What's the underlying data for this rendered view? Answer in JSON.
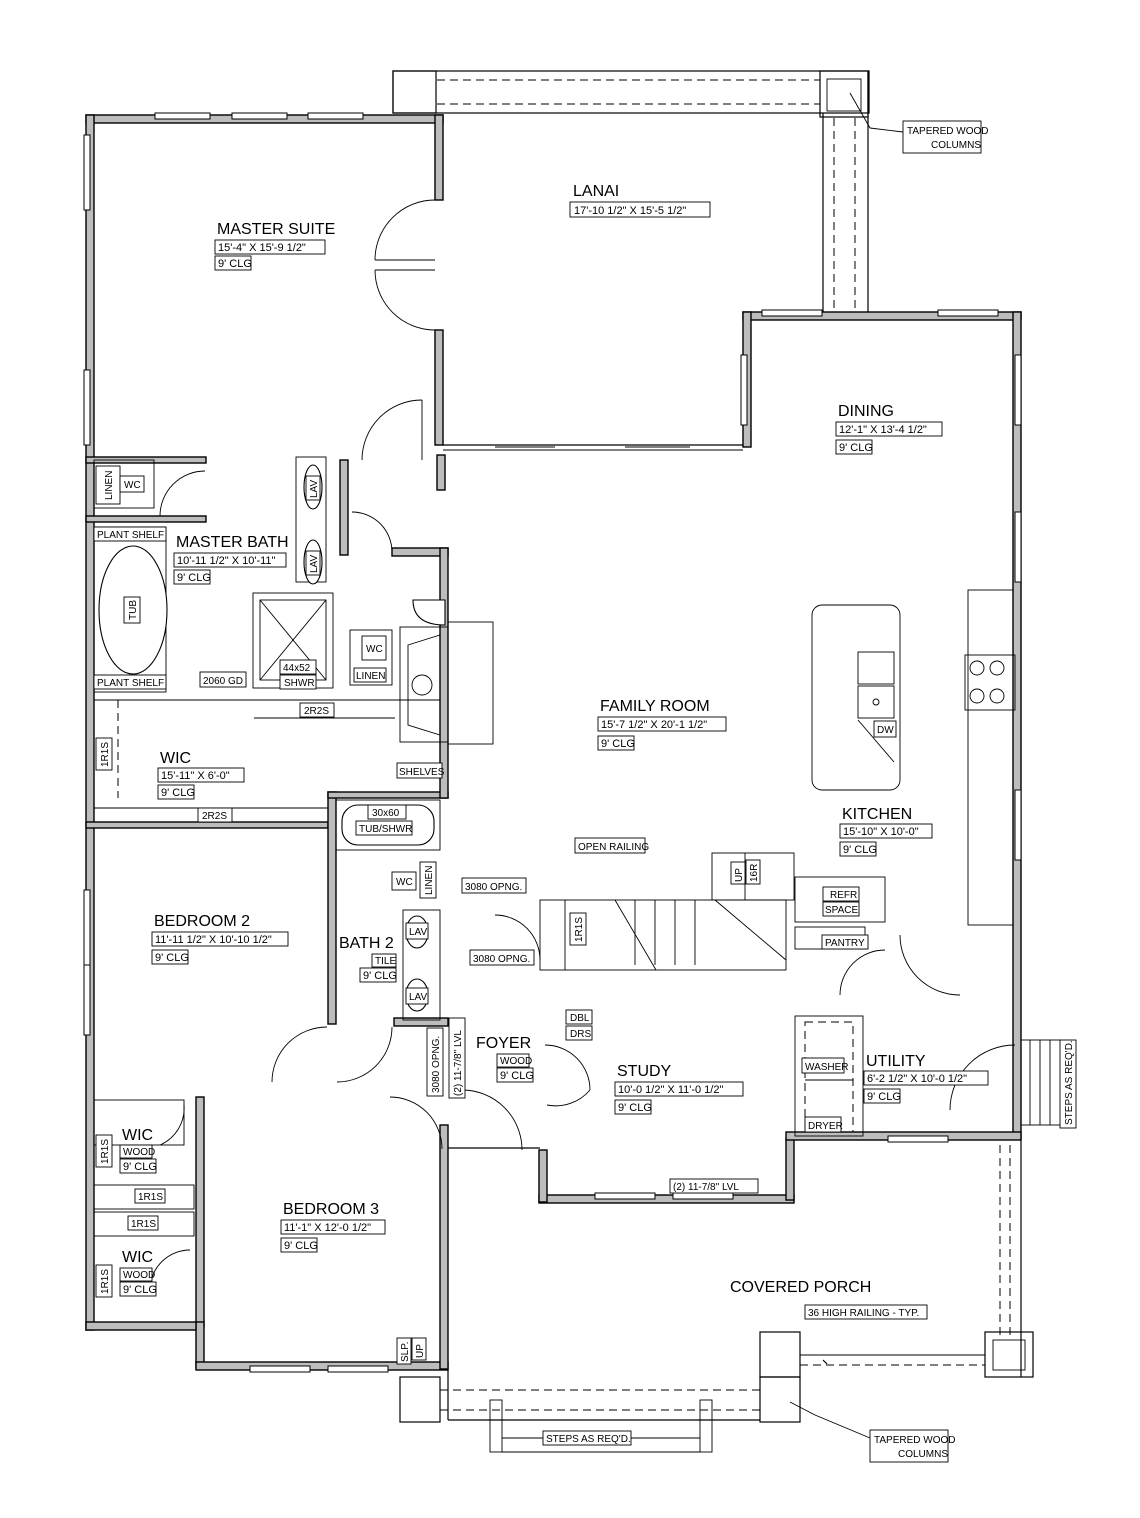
{
  "rooms": {
    "lanai": {
      "name": "LANAI",
      "dim": "17'-10 1/2\" X 15'-5 1/2\""
    },
    "master_suite": {
      "name": "MASTER SUITE",
      "dim": "15'-4\" X 15'-9 1/2\"",
      "clg": "9' CLG"
    },
    "dining": {
      "name": "DINING",
      "dim": "12'-1\" X 13'-4 1/2\"",
      "clg": "9' CLG"
    },
    "master_bath": {
      "name": "MASTER BATH",
      "dim": "10'-11 1/2\" X 10'-11\"",
      "clg": "9' CLG"
    },
    "family_room": {
      "name": "FAMILY ROOM",
      "dim": "15'-7 1/2\" X 20'-1 1/2\"",
      "clg": "9' CLG"
    },
    "wic_master": {
      "name": "WIC",
      "dim": "15'-11\" X 6'-0\"",
      "clg": "9' CLG"
    },
    "kitchen": {
      "name": "KITCHEN",
      "dim": "15'-10\" X 10'-0\"",
      "clg": "9' CLG"
    },
    "bedroom2": {
      "name": "BEDROOM 2",
      "dim": "11'-11 1/2\" X 10'-10 1/2\"",
      "clg": "9' CLG"
    },
    "bath2": {
      "name": "BATH 2",
      "floor": "TILE",
      "clg": "9' CLG"
    },
    "foyer": {
      "name": "FOYER",
      "floor": "WOOD",
      "clg": "9' CLG"
    },
    "study": {
      "name": "STUDY",
      "dim": "10'-0 1/2\" X 11'-0 1/2\"",
      "clg": "9' CLG"
    },
    "utility": {
      "name": "UTILITY",
      "dim": "6'-2 1/2\" X 10'-0 1/2\"",
      "clg": "9' CLG"
    },
    "wic_a": {
      "name": "WIC",
      "floor": "WOOD",
      "clg": "9' CLG"
    },
    "wic_b": {
      "name": "WIC",
      "floor": "WOOD",
      "clg": "9' CLG"
    },
    "bedroom3": {
      "name": "BEDROOM 3",
      "dim": "11'-1\" X 12'-0 1/2\"",
      "clg": "9' CLG"
    },
    "covered_porch": {
      "name": "COVERED PORCH",
      "note": "36 HIGH RAILING - TYP."
    }
  },
  "labels": {
    "tapered_cols": [
      "TAPERED WOOD",
      "COLUMNS"
    ],
    "linen": "LINEN",
    "wc": "WC",
    "lav": "LAV",
    "tub": "TUB",
    "plant_shelf": "PLANT SHELF",
    "gd_2060": "2060 GD",
    "shower_size": "44x52",
    "shower": "SHWR",
    "r2s": "2R2S",
    "r1s": "1R1S",
    "shelves": "SHELVES",
    "tub_size": "30x60",
    "tub_shwr": "TUB/SHWR",
    "dw": "DW",
    "open_railing": "OPEN RAILING",
    "opng_3080": "3080 OPNG.",
    "up": "UP",
    "r16": "16R",
    "refr": "REFR",
    "space": "SPACE",
    "pantry": "PANTRY",
    "dbl": "DBL",
    "drs": "DRS",
    "lvl": "(2) 11-7/8\" LVL",
    "washer": "WASHER",
    "dryer": "DRYER",
    "steps": "STEPS AS REQ'D.",
    "slp": "SLP."
  }
}
